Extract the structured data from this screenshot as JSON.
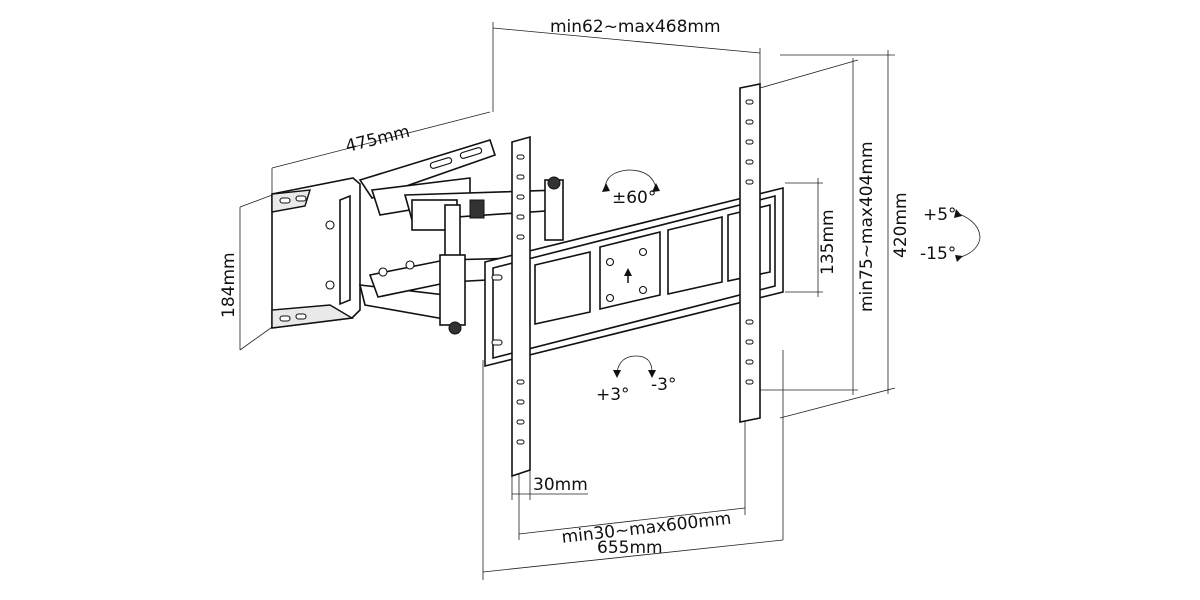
{
  "dimensions": {
    "top_width": "min62~max468mm",
    "arm_length": "475mm",
    "wall_plate_height": "184mm",
    "rotation": "±60°",
    "vesa_vertical_small": "135mm",
    "vesa_vertical_range": "min75~max404mm",
    "plate_height": "420mm",
    "tilt_up": "+5°",
    "tilt_down": "-15°",
    "level_plus": "+3°",
    "level_minus": "-3°",
    "rail_width": "30mm",
    "vesa_horizontal_range": "min30~max600mm",
    "overall_width": "655mm"
  }
}
